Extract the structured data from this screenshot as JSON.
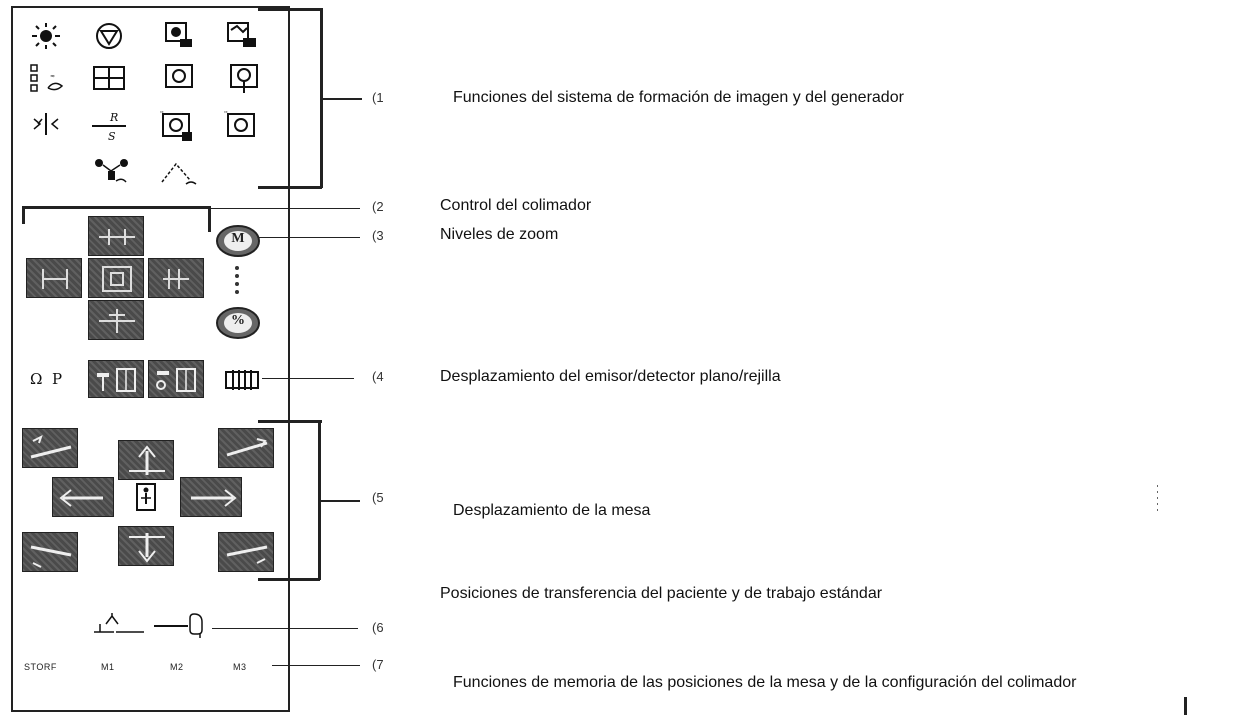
{
  "panel": {
    "memory_labels": [
      "STORF",
      "M1",
      "M2",
      "M3"
    ],
    "zoom_top_label": "M",
    "zoom_bottom_label": "%"
  },
  "callouts": [
    {
      "number": "(1",
      "text": "Funciones del sistema de formación de imagen y del generador"
    },
    {
      "number": "(2",
      "text": "Control del colimador"
    },
    {
      "number": "(3",
      "text": "Niveles de zoom"
    },
    {
      "number": "(4",
      "text": "Desplazamiento del emisor/detector plano/rejilla"
    },
    {
      "number": "(5",
      "text": "Desplazamiento de la mesa"
    },
    {
      "number": "(6",
      "text": "Posiciones de transferencia del paciente y de trabajo estándar"
    },
    {
      "number": "(7",
      "text": "Funciones de memoria de las posiciones de la mesa y de la configuración del colimador"
    }
  ],
  "icons": {
    "group1": [
      "brightness-icon",
      "shutter-triangle-icon",
      "image-store-icon",
      "image-copy-icon",
      "bulb-chain-icon",
      "grid-quad-icon",
      "monitor-icon",
      "monitor-down-icon",
      "split-arrows-icon",
      "fraction-icon",
      "monitor-corner-icon",
      "monitor-ref-icon",
      "patient-lamp-icon",
      "angle-icon"
    ],
    "ring_color": "#555555"
  }
}
